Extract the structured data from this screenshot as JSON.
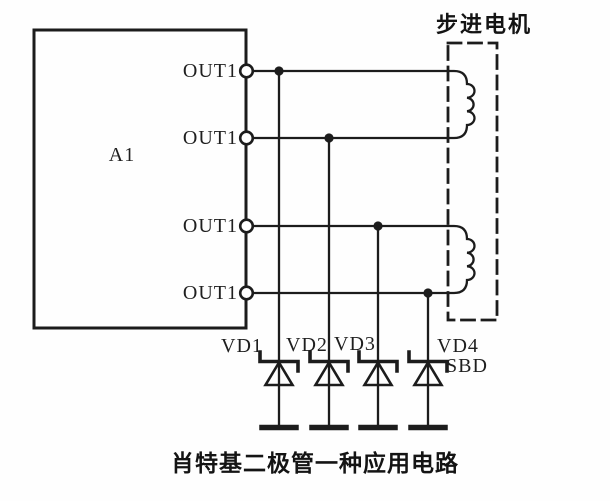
{
  "diagram": {
    "title": "步进电机",
    "caption": "肖特基二极管一种应用电路",
    "ic_label": "A1",
    "outputs": [
      {
        "label": "OUT1"
      },
      {
        "label": "OUT1"
      },
      {
        "label": "OUT1"
      },
      {
        "label": "OUT1"
      }
    ],
    "diodes": [
      {
        "label": "VD1"
      },
      {
        "label": "VD2"
      },
      {
        "label": "VD3"
      },
      {
        "label": "VD4",
        "type_label": "SBD"
      }
    ],
    "colors": {
      "line": "#1c1c1c",
      "background": "#ffffff"
    }
  }
}
